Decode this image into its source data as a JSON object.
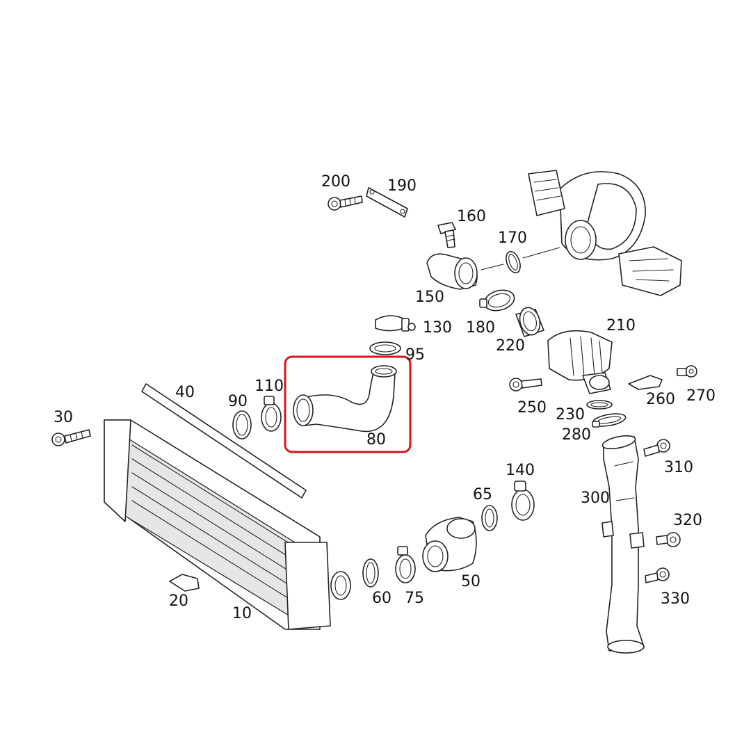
{
  "highlight": {
    "part_number": "80",
    "color": "#d9141b"
  },
  "callouts": [
    {
      "id": "200",
      "text": "200"
    },
    {
      "id": "190",
      "text": "190"
    },
    {
      "id": "160",
      "text": "160"
    },
    {
      "id": "170",
      "text": "170"
    },
    {
      "id": "150",
      "text": "150"
    },
    {
      "id": "130",
      "text": "130"
    },
    {
      "id": "180",
      "text": "180"
    },
    {
      "id": "210",
      "text": "210"
    },
    {
      "id": "220",
      "text": "220"
    },
    {
      "id": "95",
      "text": "95"
    },
    {
      "id": "40",
      "text": "40"
    },
    {
      "id": "110",
      "text": "110"
    },
    {
      "id": "90",
      "text": "90"
    },
    {
      "id": "80",
      "text": "80"
    },
    {
      "id": "30",
      "text": "30"
    },
    {
      "id": "250",
      "text": "250"
    },
    {
      "id": "260",
      "text": "260"
    },
    {
      "id": "270",
      "text": "270"
    },
    {
      "id": "230",
      "text": "230"
    },
    {
      "id": "280",
      "text": "280"
    },
    {
      "id": "310",
      "text": "310"
    },
    {
      "id": "140",
      "text": "140"
    },
    {
      "id": "65",
      "text": "65"
    },
    {
      "id": "300",
      "text": "300"
    },
    {
      "id": "320",
      "text": "320"
    },
    {
      "id": "50",
      "text": "50"
    },
    {
      "id": "60",
      "text": "60"
    },
    {
      "id": "75",
      "text": "75"
    },
    {
      "id": "330",
      "text": "330"
    },
    {
      "id": "20",
      "text": "20"
    },
    {
      "id": "10",
      "text": "10"
    }
  ]
}
